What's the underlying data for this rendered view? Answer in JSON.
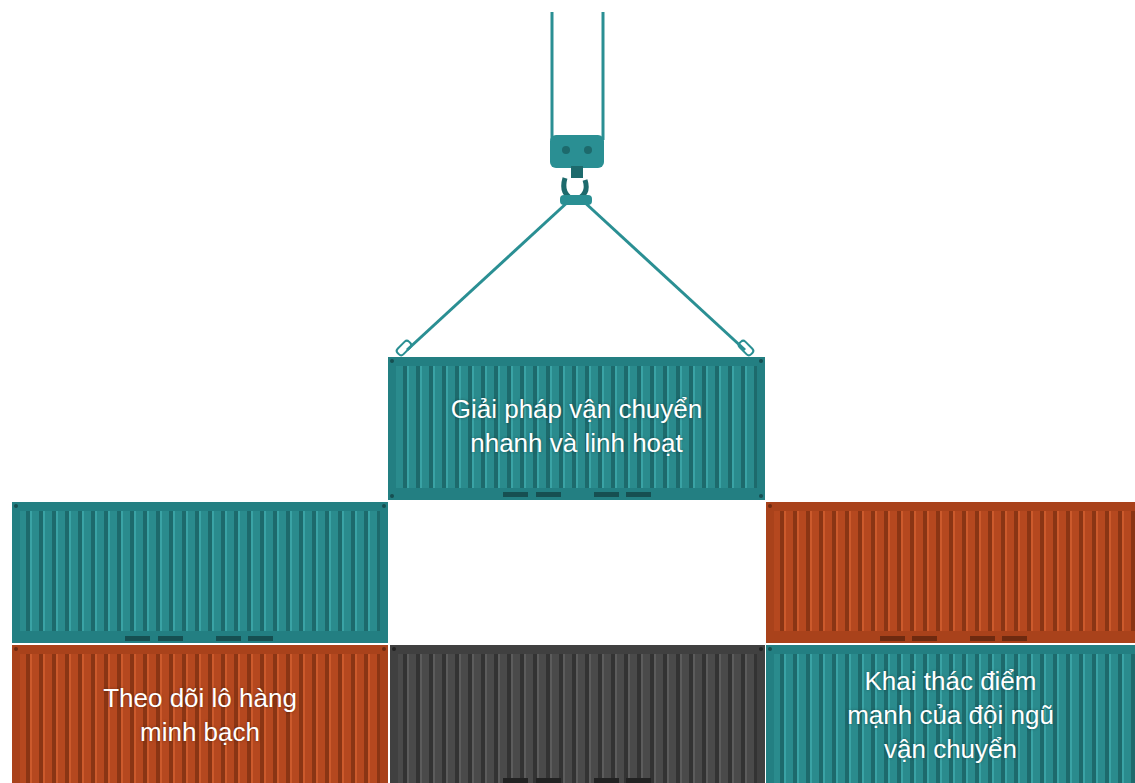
{
  "diagram": {
    "nodes": [
      {
        "text": [
          "Giải pháp vận chuyển nhanh và linh hoạt"
        ]
      },
      {
        "text": [
          "Theo dõi lô hàng minh bạch"
        ]
      },
      {
        "text": [
          "Khai thác điểm mạnh của đội ngũ vận chuyển"
        ]
      }
    ]
  }
}
